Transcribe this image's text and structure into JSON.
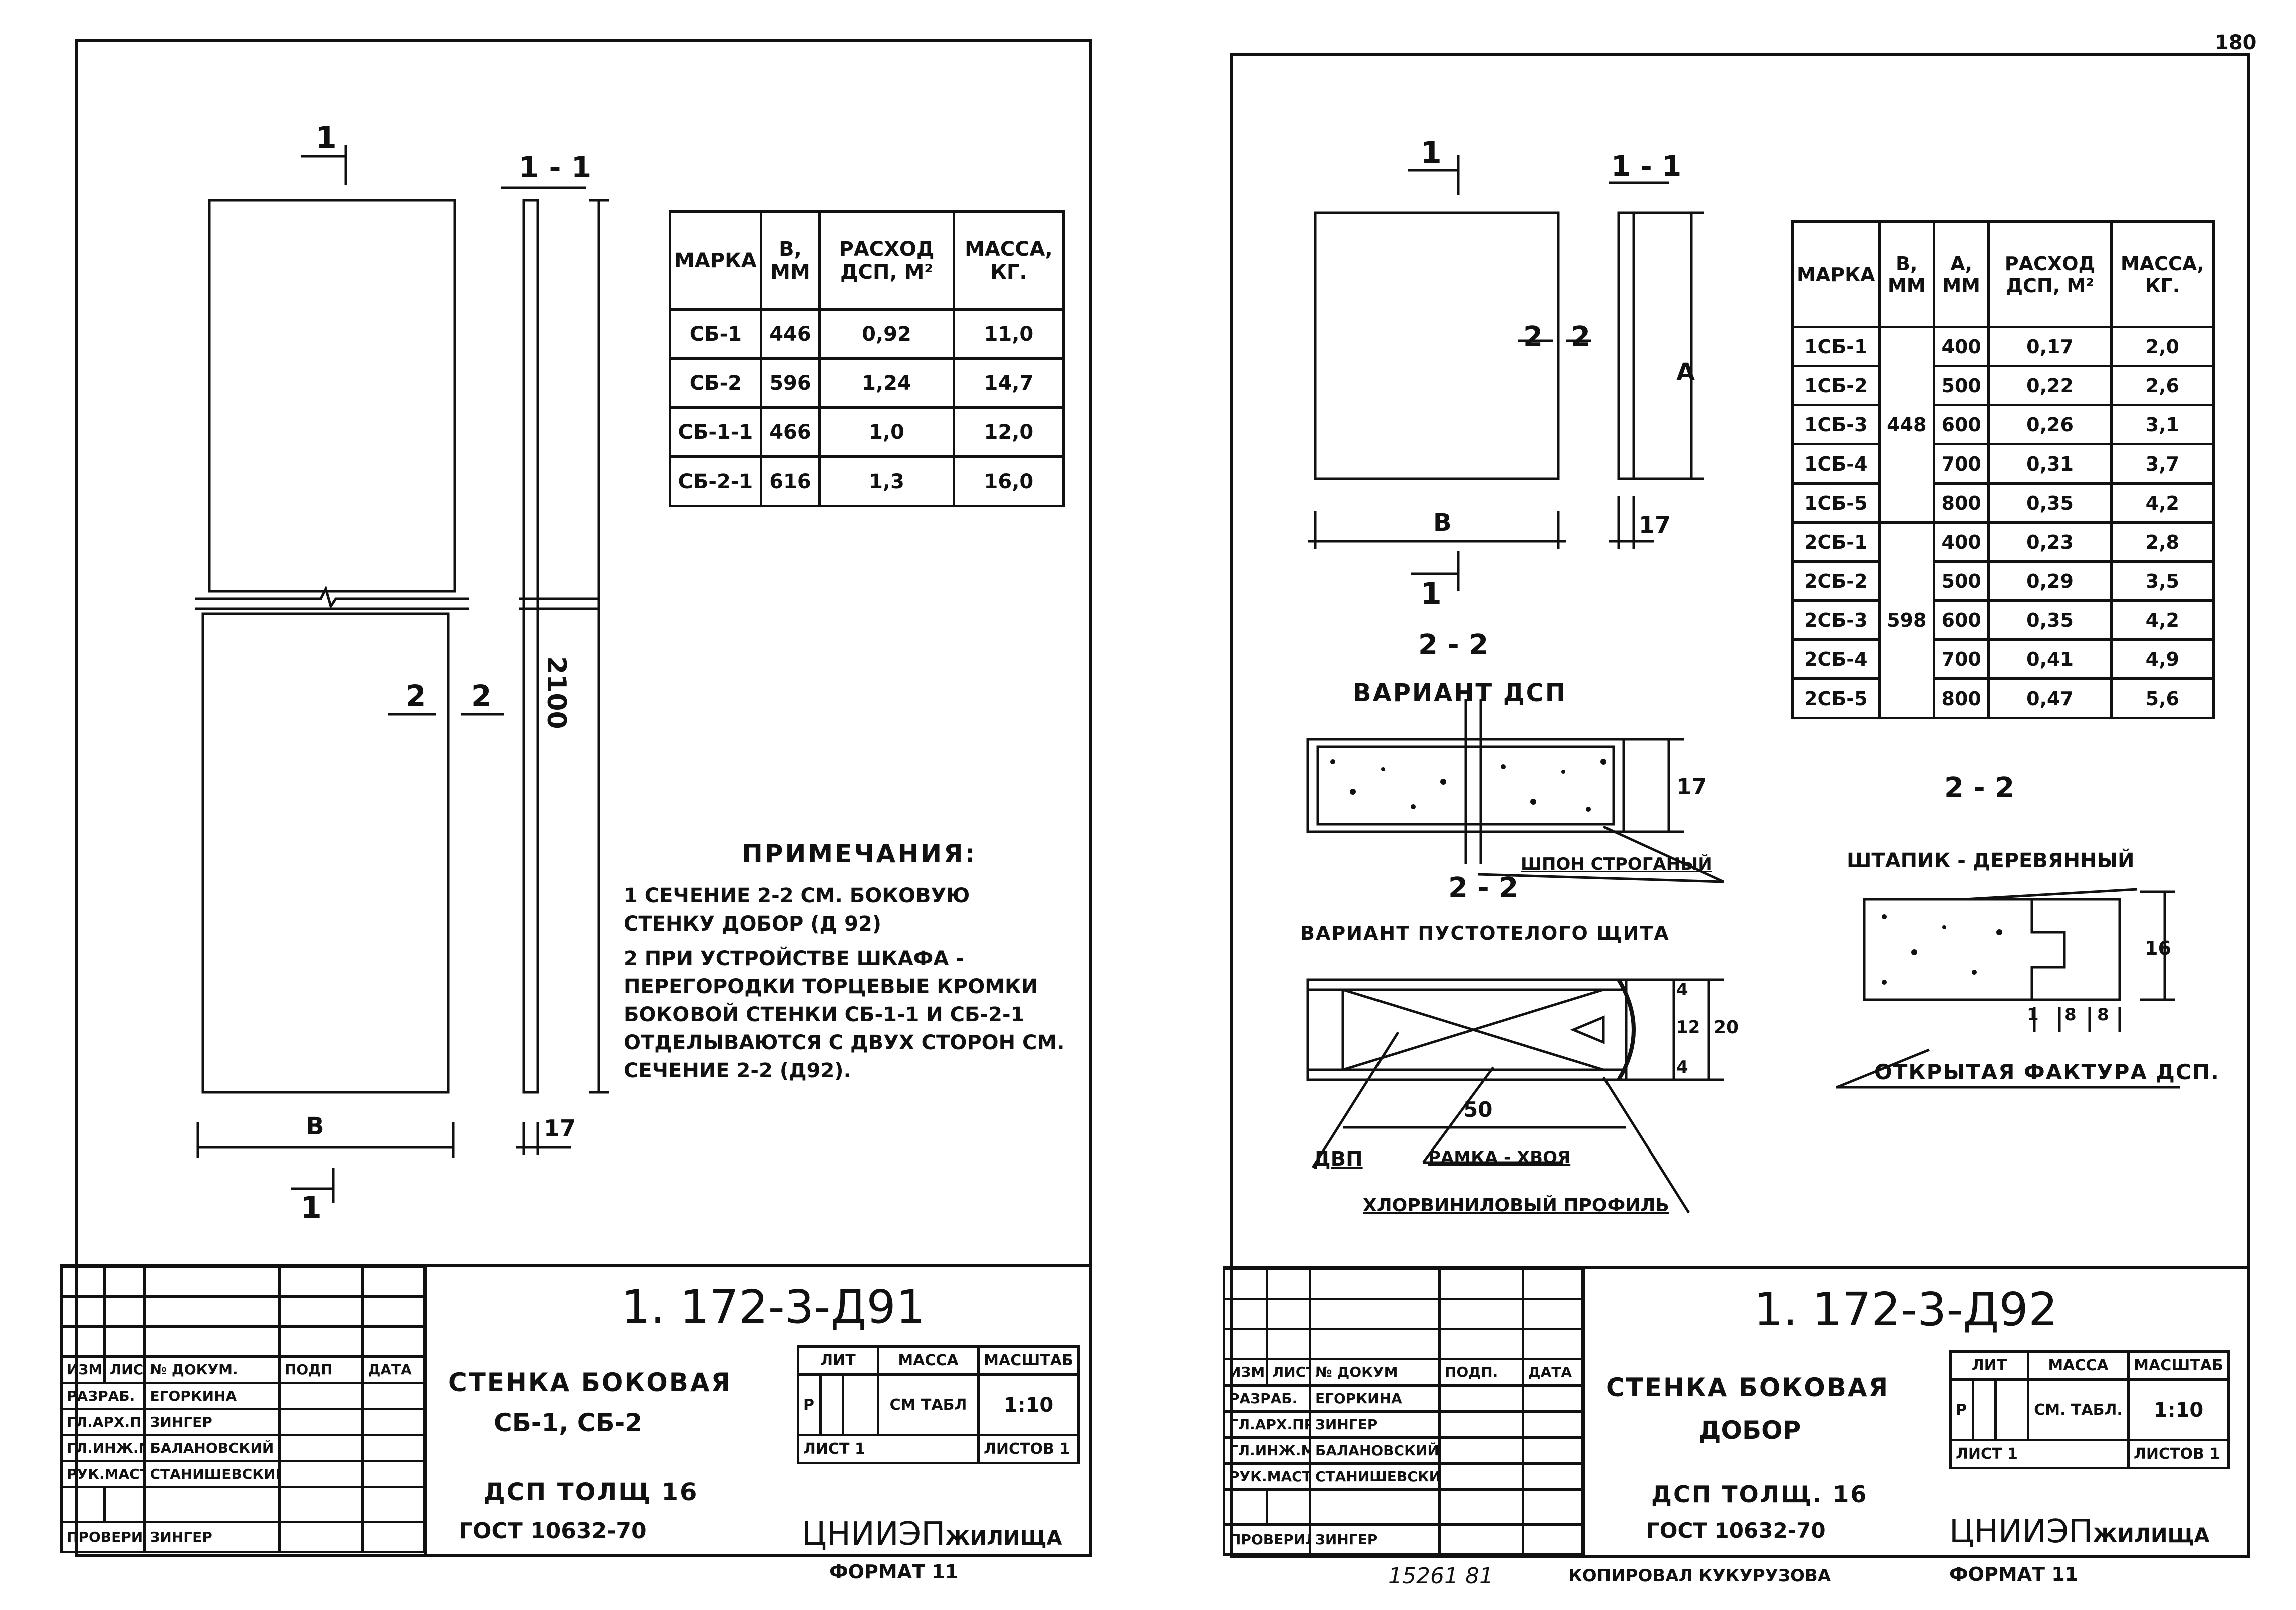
{
  "page_number": "180",
  "left": {
    "section_label": "1 - 1",
    "cut_marks": [
      "1",
      "1"
    ],
    "dim_width": "В",
    "dim_thickness": "17",
    "dim_height": "2100",
    "section22_marks": [
      "2",
      "2"
    ],
    "table": {
      "headers": [
        "МАРКА",
        "В, ММ",
        "РАСХОД ДСП, М²",
        "МАССА, КГ."
      ],
      "rows": [
        [
          "СБ-1",
          "446",
          "0,92",
          "11,0"
        ],
        [
          "СБ-2",
          "596",
          "1,24",
          "14,7"
        ],
        [
          "СБ-1-1",
          "466",
          "1,0",
          "12,0"
        ],
        [
          "СБ-2-1",
          "616",
          "1,3",
          "16,0"
        ]
      ]
    },
    "notes_title": "ПРИМЕЧАНИЯ:",
    "notes": [
      "1 СЕЧЕНИЕ 2-2 СМ. БОКОВУЮ СТЕНКУ ДОБОР (Д 92)",
      "2 ПРИ УСТРОЙСТВЕ ШКАФА - ПЕРЕГОРОДКИ ТОРЦЕВЫЕ КРОМКИ БОКОВОЙ СТЕНКИ СБ-1-1 И СБ-2-1 ОТДЕЛЫВАЮТСЯ С ДВУХ СТОРОН СМ. СЕЧЕНИЕ 2-2 (Д92)."
    ],
    "title_block": {
      "code": "1. 172-3-Д91",
      "title_line1": "СТЕНКА БОКОВАЯ",
      "title_line2": "СБ-1, СБ-2",
      "material_line1": "ДСП ТОЛЩ 16",
      "material_line2": "ГОСТ 10632-70",
      "lit_label": "ЛИТ",
      "mass_label": "МАССА",
      "scale_label": "МАСШТАБ",
      "lit_value": "Р",
      "mass_value": "СМ ТАБЛ",
      "scale_value": "1:10",
      "sheet_label": "ЛИСТ 1",
      "sheets_label": "ЛИСТОВ 1",
      "org": "ЦНИИЭП",
      "org_suffix": "ЖИЛИЩА",
      "format": "ФОРМАТ 11",
      "col_headers": [
        "ИЗМ",
        "ЛИСТ",
        "№ ДОКУМ.",
        "ПОДП",
        "ДАТА"
      ],
      "staff": [
        {
          "role": "РАЗРАБ.",
          "name": "ЕГОРКИНА"
        },
        {
          "role": "ГЛ.АРХ.ПР.",
          "name": "ЗИНГЕР"
        },
        {
          "role": "ГЛ.ИНЖ.МАСТ.",
          "name": "БАЛАНОВСКИЙ"
        },
        {
          "role": "РУК.МАСТ.",
          "name": "СТАНИШЕВСКИЙ"
        },
        {
          "role": "ПРОВЕРИЛ",
          "name": "ЗИНГЕР"
        }
      ]
    }
  },
  "right": {
    "section_label": "1 - 1",
    "cut_marks": [
      "1",
      "1"
    ],
    "dim_width": "В",
    "dim_height": "А",
    "dim_thickness": "17",
    "marks_2": [
      "2",
      "2"
    ],
    "table": {
      "headers": [
        "МАРКА",
        "В, ММ",
        "А, ММ",
        "РАСХОД ДСП, М²",
        "МАССА, КГ."
      ],
      "groups": [
        {
          "b": "448",
          "rows": [
            [
              "1СБ-1",
              "400",
              "0,17",
              "2,0"
            ],
            [
              "1СБ-2",
              "500",
              "0,22",
              "2,6"
            ],
            [
              "1СБ-3",
              "600",
              "0,26",
              "3,1"
            ],
            [
              "1СБ-4",
              "700",
              "0,31",
              "3,7"
            ],
            [
              "1СБ-5",
              "800",
              "0,35",
              "4,2"
            ]
          ]
        },
        {
          "b": "598",
          "rows": [
            [
              "2СБ-1",
              "400",
              "0,23",
              "2,8"
            ],
            [
              "2СБ-2",
              "500",
              "0,29",
              "3,5"
            ],
            [
              "2СБ-3",
              "600",
              "0,35",
              "4,2"
            ],
            [
              "2СБ-4",
              "700",
              "0,41",
              "4,9"
            ],
            [
              "2СБ-5",
              "800",
              "0,47",
              "5,6"
            ]
          ]
        }
      ]
    },
    "sec22_label": "2 - 2",
    "variant_dsp": "ВАРИАНТ ДСП",
    "dim_17": "17",
    "veneer_label": "ШПОН СТРОГАНЫЙ",
    "sec22b_label": "2 - 2",
    "variant_hollow": "ВАРИАНТ ПУСТОТЕЛОГО ЩИТА",
    "dims_hollow": [
      "4",
      "12",
      "4",
      "20",
      "50"
    ],
    "dvp_label": "ДВП",
    "frame_label": "РАМКА - ХВОЯ",
    "pvc_label": "ХЛОРВИНИЛОВЫЙ ПРОФИЛЬ",
    "sec22c_label": "2 - 2",
    "bead_label": "ШТАПИК - ДЕРЕВЯННЫЙ",
    "dims_bead": [
      "1",
      "8",
      "8",
      "16"
    ],
    "open_texture_label": "ОТКРЫТАЯ ФАКТУРА ДСП.",
    "title_block": {
      "code": "1. 172-3-Д92",
      "title_line1": "СТЕНКА БОКОВАЯ",
      "title_line2": "ДОБОР",
      "material_line1": "ДСП ТОЛЩ. 16",
      "material_line2": "ГОСТ 10632-70",
      "lit_label": "ЛИТ",
      "mass_label": "МАССА",
      "scale_label": "МАСШТАБ",
      "lit_value": "Р",
      "mass_value": "СМ. ТАБЛ.",
      "scale_value": "1:10",
      "sheet_label": "ЛИСТ 1",
      "sheets_label": "ЛИСТОВ 1",
      "org": "ЦНИИЭП",
      "org_suffix": "ЖИЛИЩА",
      "format": "ФОРМАТ 11",
      "col_headers": [
        "ИЗМ",
        "ЛИСТ",
        "№ ДОКУМ",
        "ПОДП.",
        "ДАТА"
      ],
      "staff": [
        {
          "role": "РАЗРАБ.",
          "name": "ЕГОРКИНА"
        },
        {
          "role": "ГЛ.АРХ.ПР.",
          "name": "ЗИНГЕР"
        },
        {
          "role": "ГЛ.ИНЖ.МАСТ.",
          "name": "БАЛАНОВСКИЙ"
        },
        {
          "role": "РУК.МАСТ.",
          "name": "СТАНИШЕВСКИЙ"
        },
        {
          "role": "ПРОВЕРИЛ",
          "name": "ЗИНГЕР"
        }
      ],
      "bottom_note_num": "15261 81",
      "bottom_note_copy": "КОПИРОВАЛ КУКУРУЗОВА"
    }
  }
}
